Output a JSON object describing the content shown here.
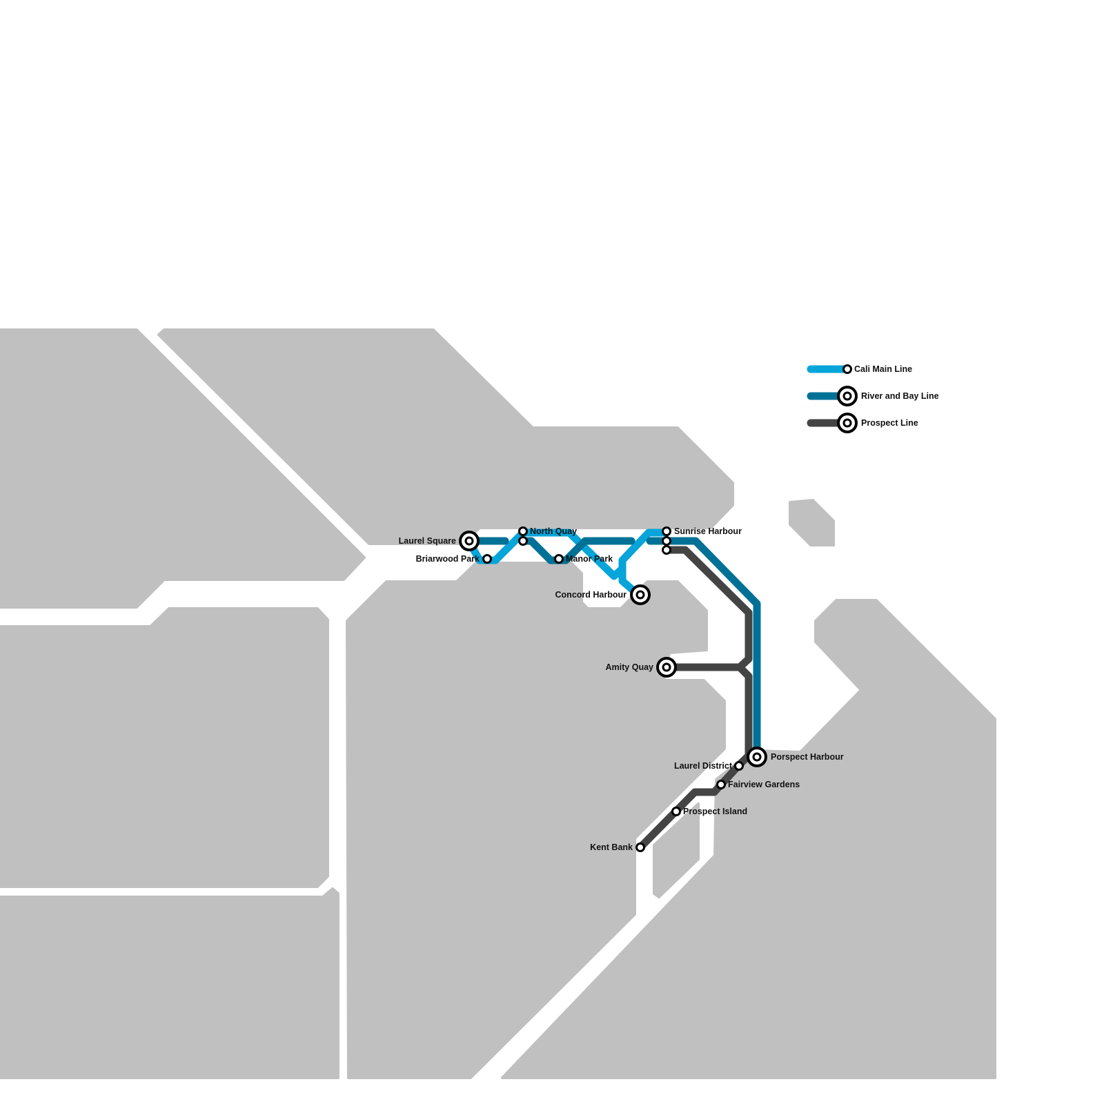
{
  "colors": {
    "land": "#c0c0c0",
    "water": "#ffffff",
    "cali_main": "#05a5d9",
    "river_bay": "#007196",
    "prospect": "#444444",
    "station_stroke": "#000000"
  },
  "lines": [
    {
      "id": "cali",
      "name": "Cali Main Line",
      "color": "#05a5d9"
    },
    {
      "id": "river",
      "name": "River and Bay Line",
      "color": "#007196"
    },
    {
      "id": "prospect",
      "name": "Prospect Line",
      "color": "#444444"
    }
  ],
  "stations": [
    {
      "name": "Laurel Square",
      "interchange": true
    },
    {
      "name": "Briarwood Park",
      "interchange": false
    },
    {
      "name": "North Quay",
      "interchange": false
    },
    {
      "name": "Manor Park",
      "interchange": false
    },
    {
      "name": "Concord Harbour",
      "interchange": true
    },
    {
      "name": "Sunrise Harbour",
      "interchange": false
    },
    {
      "name": "Amity Quay",
      "interchange": true
    },
    {
      "name": "Porspect Harbour",
      "interchange": true
    },
    {
      "name": "Laurel District",
      "interchange": false
    },
    {
      "name": "Fairview Gardens",
      "interchange": false
    },
    {
      "name": "Prospect Island",
      "interchange": false
    },
    {
      "name": "Kent Bank",
      "interchange": false
    }
  ],
  "legend": [
    {
      "label": "Cali Main Line",
      "color": "#05a5d9",
      "symbol": "station"
    },
    {
      "label": "River and Bay Line",
      "color": "#007196",
      "symbol": "interchange"
    },
    {
      "label": "Prospect Line",
      "color": "#444444",
      "symbol": "interchange"
    }
  ]
}
